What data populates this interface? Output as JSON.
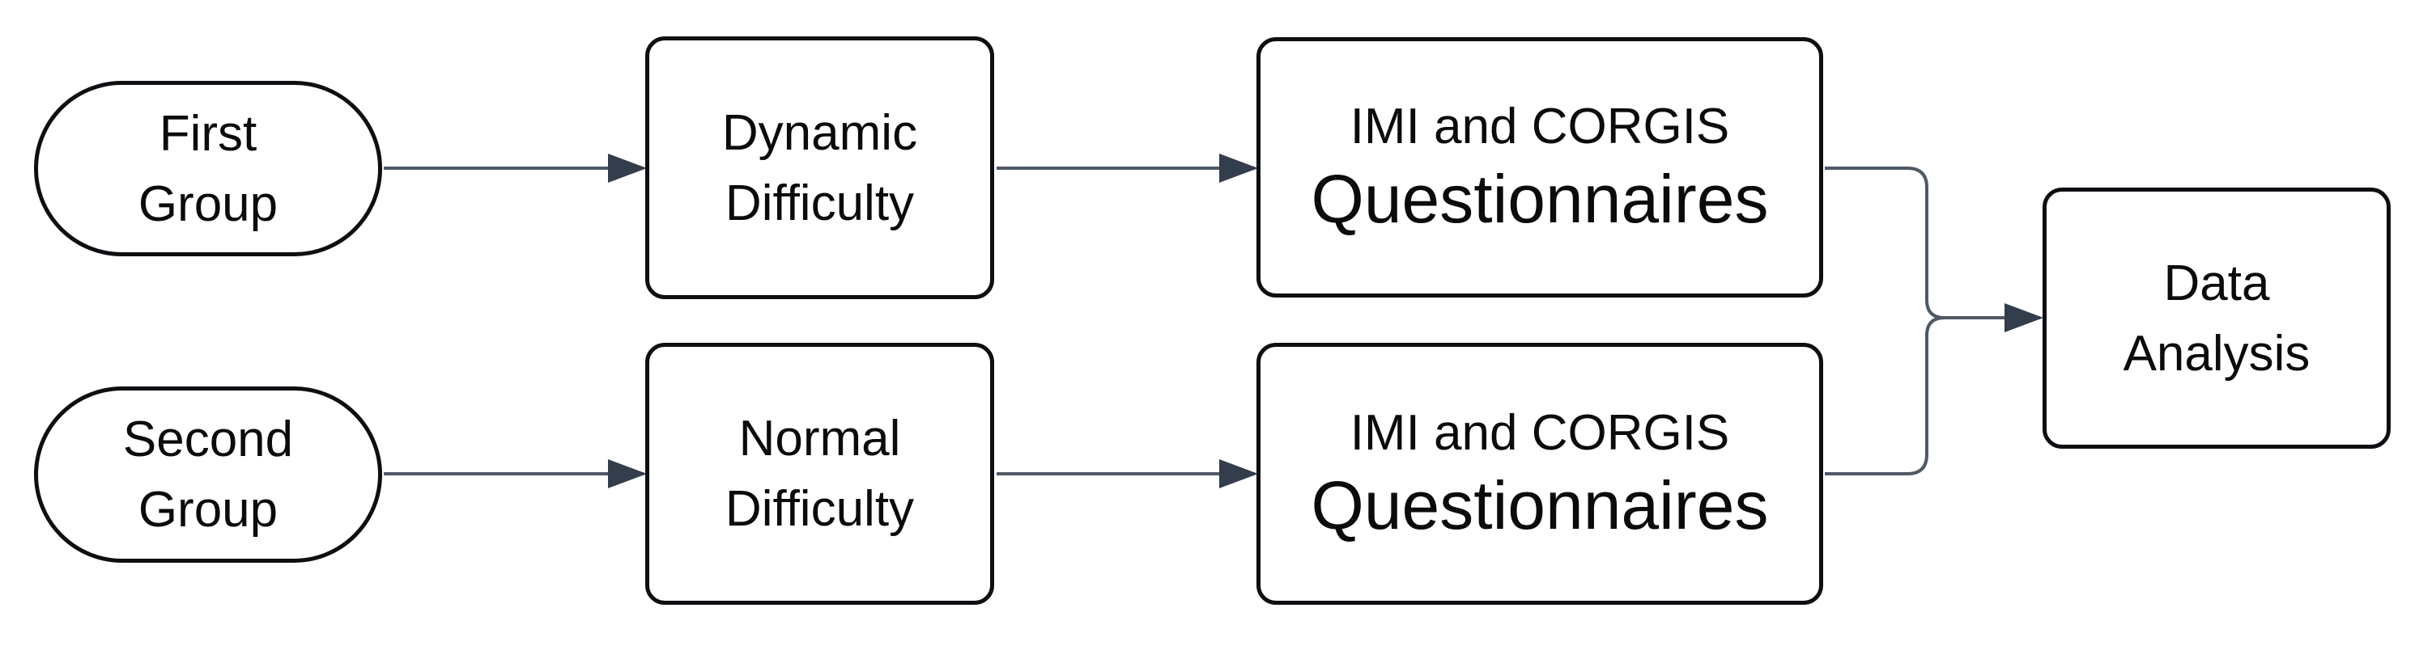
{
  "diagram": {
    "type": "flowchart",
    "direction": "left-to-right",
    "colors": {
      "background": "#ffffff",
      "node_fill": "#ffffff",
      "node_border": "#0d0f12",
      "text": "#0b0b0b",
      "edge": "#4f5966",
      "arrowhead": "#333d4b"
    },
    "nodes": {
      "first_group": {
        "label": "First Group",
        "shape": "stadium"
      },
      "second_group": {
        "label": "Second Group",
        "shape": "stadium"
      },
      "dynamic_difficulty": {
        "label": "Dynamic Difficulty",
        "shape": "rounded-rect"
      },
      "normal_difficulty": {
        "label": "Normal Difficulty",
        "shape": "rounded-rect"
      },
      "imi_corgis_top": {
        "line1": "IMI and CORGIS",
        "line2": "Questionnaires",
        "shape": "rounded-rect"
      },
      "imi_corgis_bottom": {
        "line1": "IMI and CORGIS",
        "line2": "Questionnaires",
        "shape": "rounded-rect"
      },
      "data_analysis": {
        "label": "Data Analysis",
        "shape": "rounded-rect"
      }
    },
    "edges": [
      {
        "from": "First Group",
        "to": "Dynamic Difficulty",
        "arrow": true
      },
      {
        "from": "Dynamic Difficulty",
        "to": "IMI and CORGIS Questionnaires (top)",
        "arrow": true
      },
      {
        "from": "Second Group",
        "to": "Normal Difficulty",
        "arrow": true
      },
      {
        "from": "Normal Difficulty",
        "to": "IMI and CORGIS Questionnaires (bottom)",
        "arrow": true
      },
      {
        "from": "IMI and CORGIS Questionnaires (top)",
        "to": "Data Analysis",
        "arrow": true,
        "merge": true
      },
      {
        "from": "IMI and CORGIS Questionnaires (bottom)",
        "to": "Data Analysis",
        "arrow": true,
        "merge": true
      }
    ]
  }
}
